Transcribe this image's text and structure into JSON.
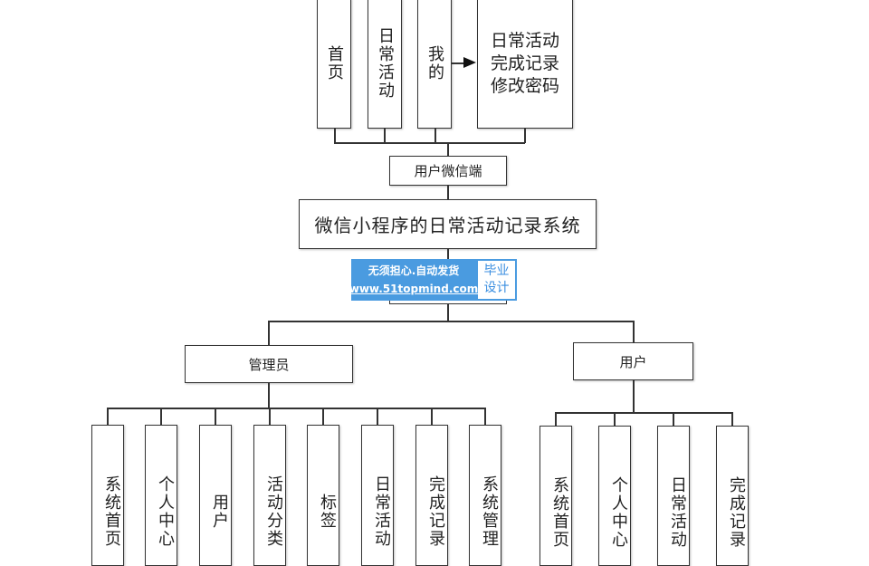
{
  "top_pages": [
    {
      "label": "首页"
    },
    {
      "label": "日常活动"
    },
    {
      "label": "我的"
    }
  ],
  "mine_details": [
    "日常活动",
    "完成记录",
    "修改密码"
  ],
  "user_client": "用户微信端",
  "system_title": "微信小程序的日常活动记录系统",
  "watermark": {
    "line1": "无须担心.自动发货",
    "line2": "www.51topmind.com",
    "badge1": "毕业",
    "badge2": "设计",
    "color": "#4a9be0"
  },
  "admin": {
    "label": "管理员",
    "items": [
      "系统首页",
      "个人中心",
      "用户",
      "活动分类",
      "标签",
      "日常活动",
      "完成记录",
      "系统管理"
    ]
  },
  "user": {
    "label": "用户",
    "items": [
      "系统首页",
      "个人中心",
      "日常活动",
      "完成记录"
    ]
  }
}
